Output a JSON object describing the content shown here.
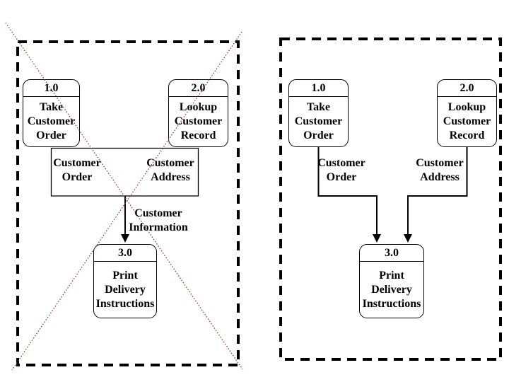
{
  "colors": {
    "line": "#000000",
    "background": "#ffffff",
    "cross": "#993333"
  },
  "left_panel": {
    "meaning": "incorrect merged data flows crossed out",
    "processes": {
      "p1": {
        "number": "1.0",
        "label": "Take\nCustomer\nOrder"
      },
      "p2": {
        "number": "2.0",
        "label": "Lookup\nCustomer\nRecord"
      },
      "p3": {
        "number": "3.0",
        "label": "Print\nDelivery\nInstructions"
      }
    },
    "flow_labels": {
      "customer_order": "Customer\nOrder",
      "customer_address": "Customer\nAddress",
      "customer_information": "Customer\nInformation"
    }
  },
  "right_panel": {
    "meaning": "correct separate data flows",
    "processes": {
      "p1": {
        "number": "1.0",
        "label": "Take\nCustomer\nOrder"
      },
      "p2": {
        "number": "2.0",
        "label": "Lookup\nCustomer\nRecord"
      },
      "p3": {
        "number": "3.0",
        "label": "Print\nDelivery\nInstructions"
      }
    },
    "flow_labels": {
      "customer_order": "Customer\nOrder",
      "customer_address": "Customer\nAddress"
    }
  }
}
